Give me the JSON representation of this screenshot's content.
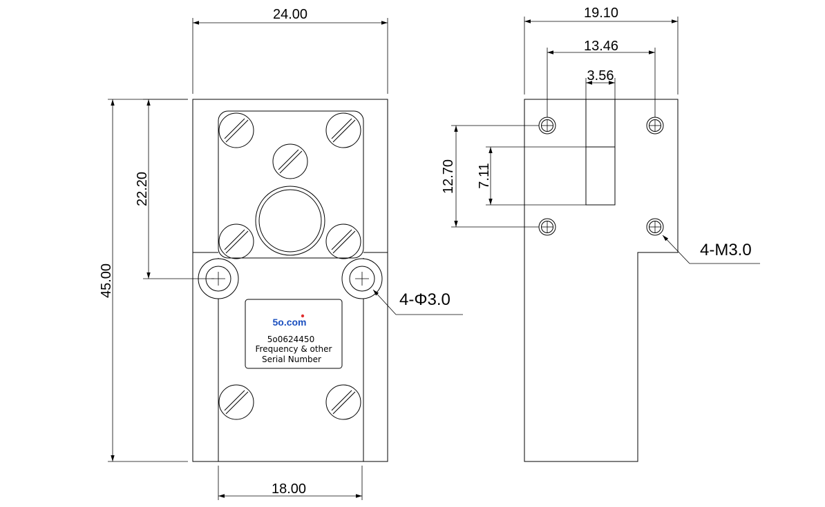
{
  "front_view": {
    "dims": {
      "overall_width": "24.00",
      "overall_height": "45.00",
      "hole_height": "22.20",
      "hole_spacing": "18.00"
    },
    "callout_holes": "4-Φ3.0",
    "label": {
      "brand": "5o.com",
      "line1": "5o0624450",
      "line2": "Frequency & other",
      "line3": "Serial Number"
    }
  },
  "side_view": {
    "dims": {
      "overall_width": "19.10",
      "hole_spacing_h": "13.46",
      "port_width": "3.56",
      "hole_spacing_v": "12.70",
      "port_height": "7.11"
    },
    "callout_threads": "4-M3.0"
  }
}
